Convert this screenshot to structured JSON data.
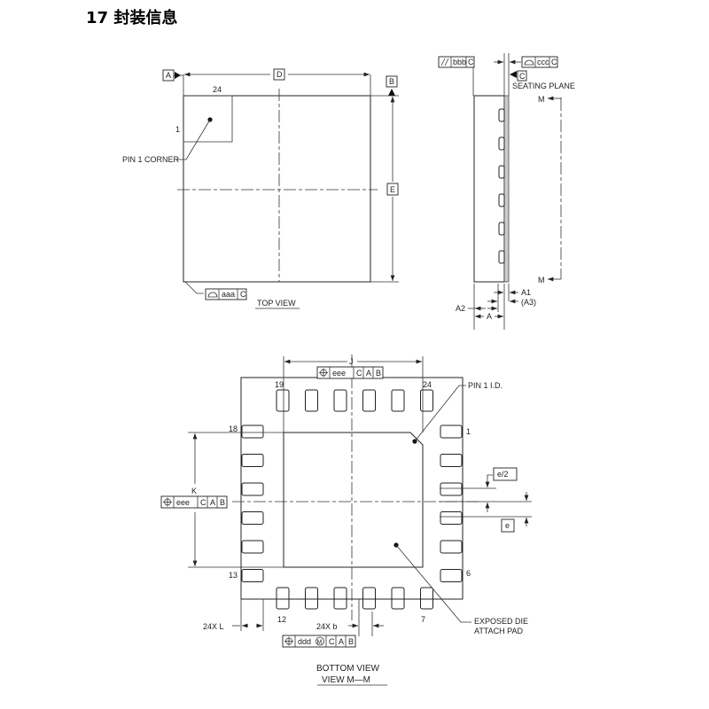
{
  "title": "17 封装信息",
  "top_view": {
    "label": "TOP VIEW",
    "datum_a": "A",
    "datum_b": "B",
    "dim_d": "D",
    "dim_e": "E",
    "pin_24": "24",
    "pin_1": "1",
    "pin1_corner": "PIN 1 CORNER",
    "tolerance": [
      "aaa",
      "C"
    ]
  },
  "side_view": {
    "parallelism": [
      "bbb",
      "C"
    ],
    "profile": [
      "ccc",
      "C"
    ],
    "datum_c": "C",
    "seating_plane": "SEATING PLANE",
    "section_m": "M",
    "dim_a1": "A1",
    "dim_a3": "(A3)",
    "dim_a2": "A2",
    "dim_a": "A"
  },
  "bottom_view": {
    "label": "BOTTOM VIEW",
    "sublabel": "VIEW M—M",
    "dim_j": "J",
    "dim_k": "K",
    "pos_tol": [
      "eee",
      "C",
      "A",
      "B"
    ],
    "pin_labels": {
      "p19": "19",
      "p24": "24",
      "p18": "18",
      "p1": "1",
      "p13": "13",
      "p6": "6",
      "p12": "12",
      "p7": "7"
    },
    "pin1_id": "PIN 1 I.D.",
    "exposed_pad": [
      "EXPOSED DIE",
      "ATTACH PAD"
    ],
    "e_half": "e/2",
    "e": "e",
    "dim_l": "24X L",
    "dim_b": "24X b",
    "lead_tol": [
      "ddd",
      "M",
      "C",
      "A",
      "B"
    ]
  }
}
